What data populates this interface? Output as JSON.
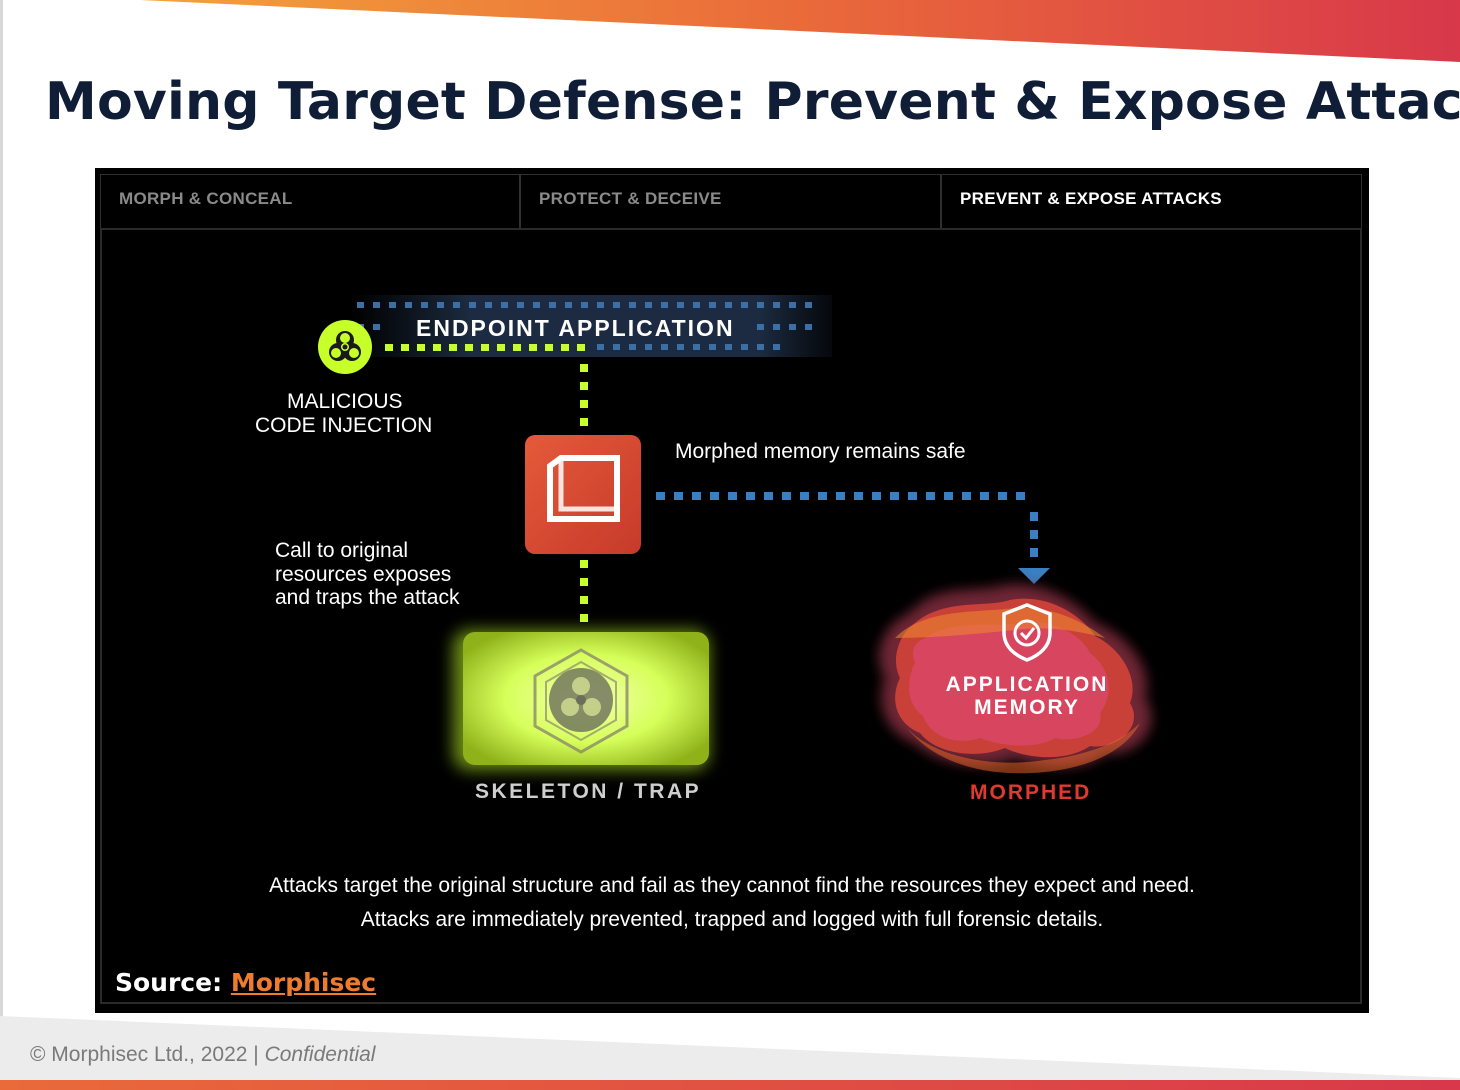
{
  "slide": {
    "title": "Moving Target Defense: Prevent & Expose Attacks"
  },
  "tabs": [
    {
      "label": "MORPH & CONCEAL",
      "active": false
    },
    {
      "label": "PROTECT & DECEIVE",
      "active": false
    },
    {
      "label": "PREVENT & EXPOSE ATTACKS",
      "active": true
    }
  ],
  "diagram": {
    "endpoint_label": "ENDPOINT APPLICATION",
    "malicious_line1": "MALICIOUS",
    "malicious_line2": "CODE INJECTION",
    "morphed_note": "Morphed memory remains safe",
    "call_line1": "Call to original",
    "call_line2": "resources exposes",
    "call_line3": "and traps the attack",
    "skeleton_label": "SKELETON / TRAP",
    "memory_line1": "APPLICATION",
    "memory_line2": "MEMORY",
    "morphed_label": "MORPHED",
    "caption_line1": "Attacks target the original structure and fail as they cannot find the resources they expect and need.",
    "caption_line2": "Attacks are immediately prevented, trapped and logged with full forensic details."
  },
  "source": {
    "prefix": "Source:",
    "link": "Morphisec"
  },
  "footer": {
    "copyright": "© Morphisec Ltd., 2022 |",
    "confidential": "Confidential"
  },
  "colors": {
    "title": "#0f1d36",
    "accent_orange": "#ef7b2c",
    "accent_red": "#d9344a",
    "lime": "#c6ff2a",
    "blue_dots": "#3a7fc2",
    "morphed_red": "#e0392f"
  }
}
